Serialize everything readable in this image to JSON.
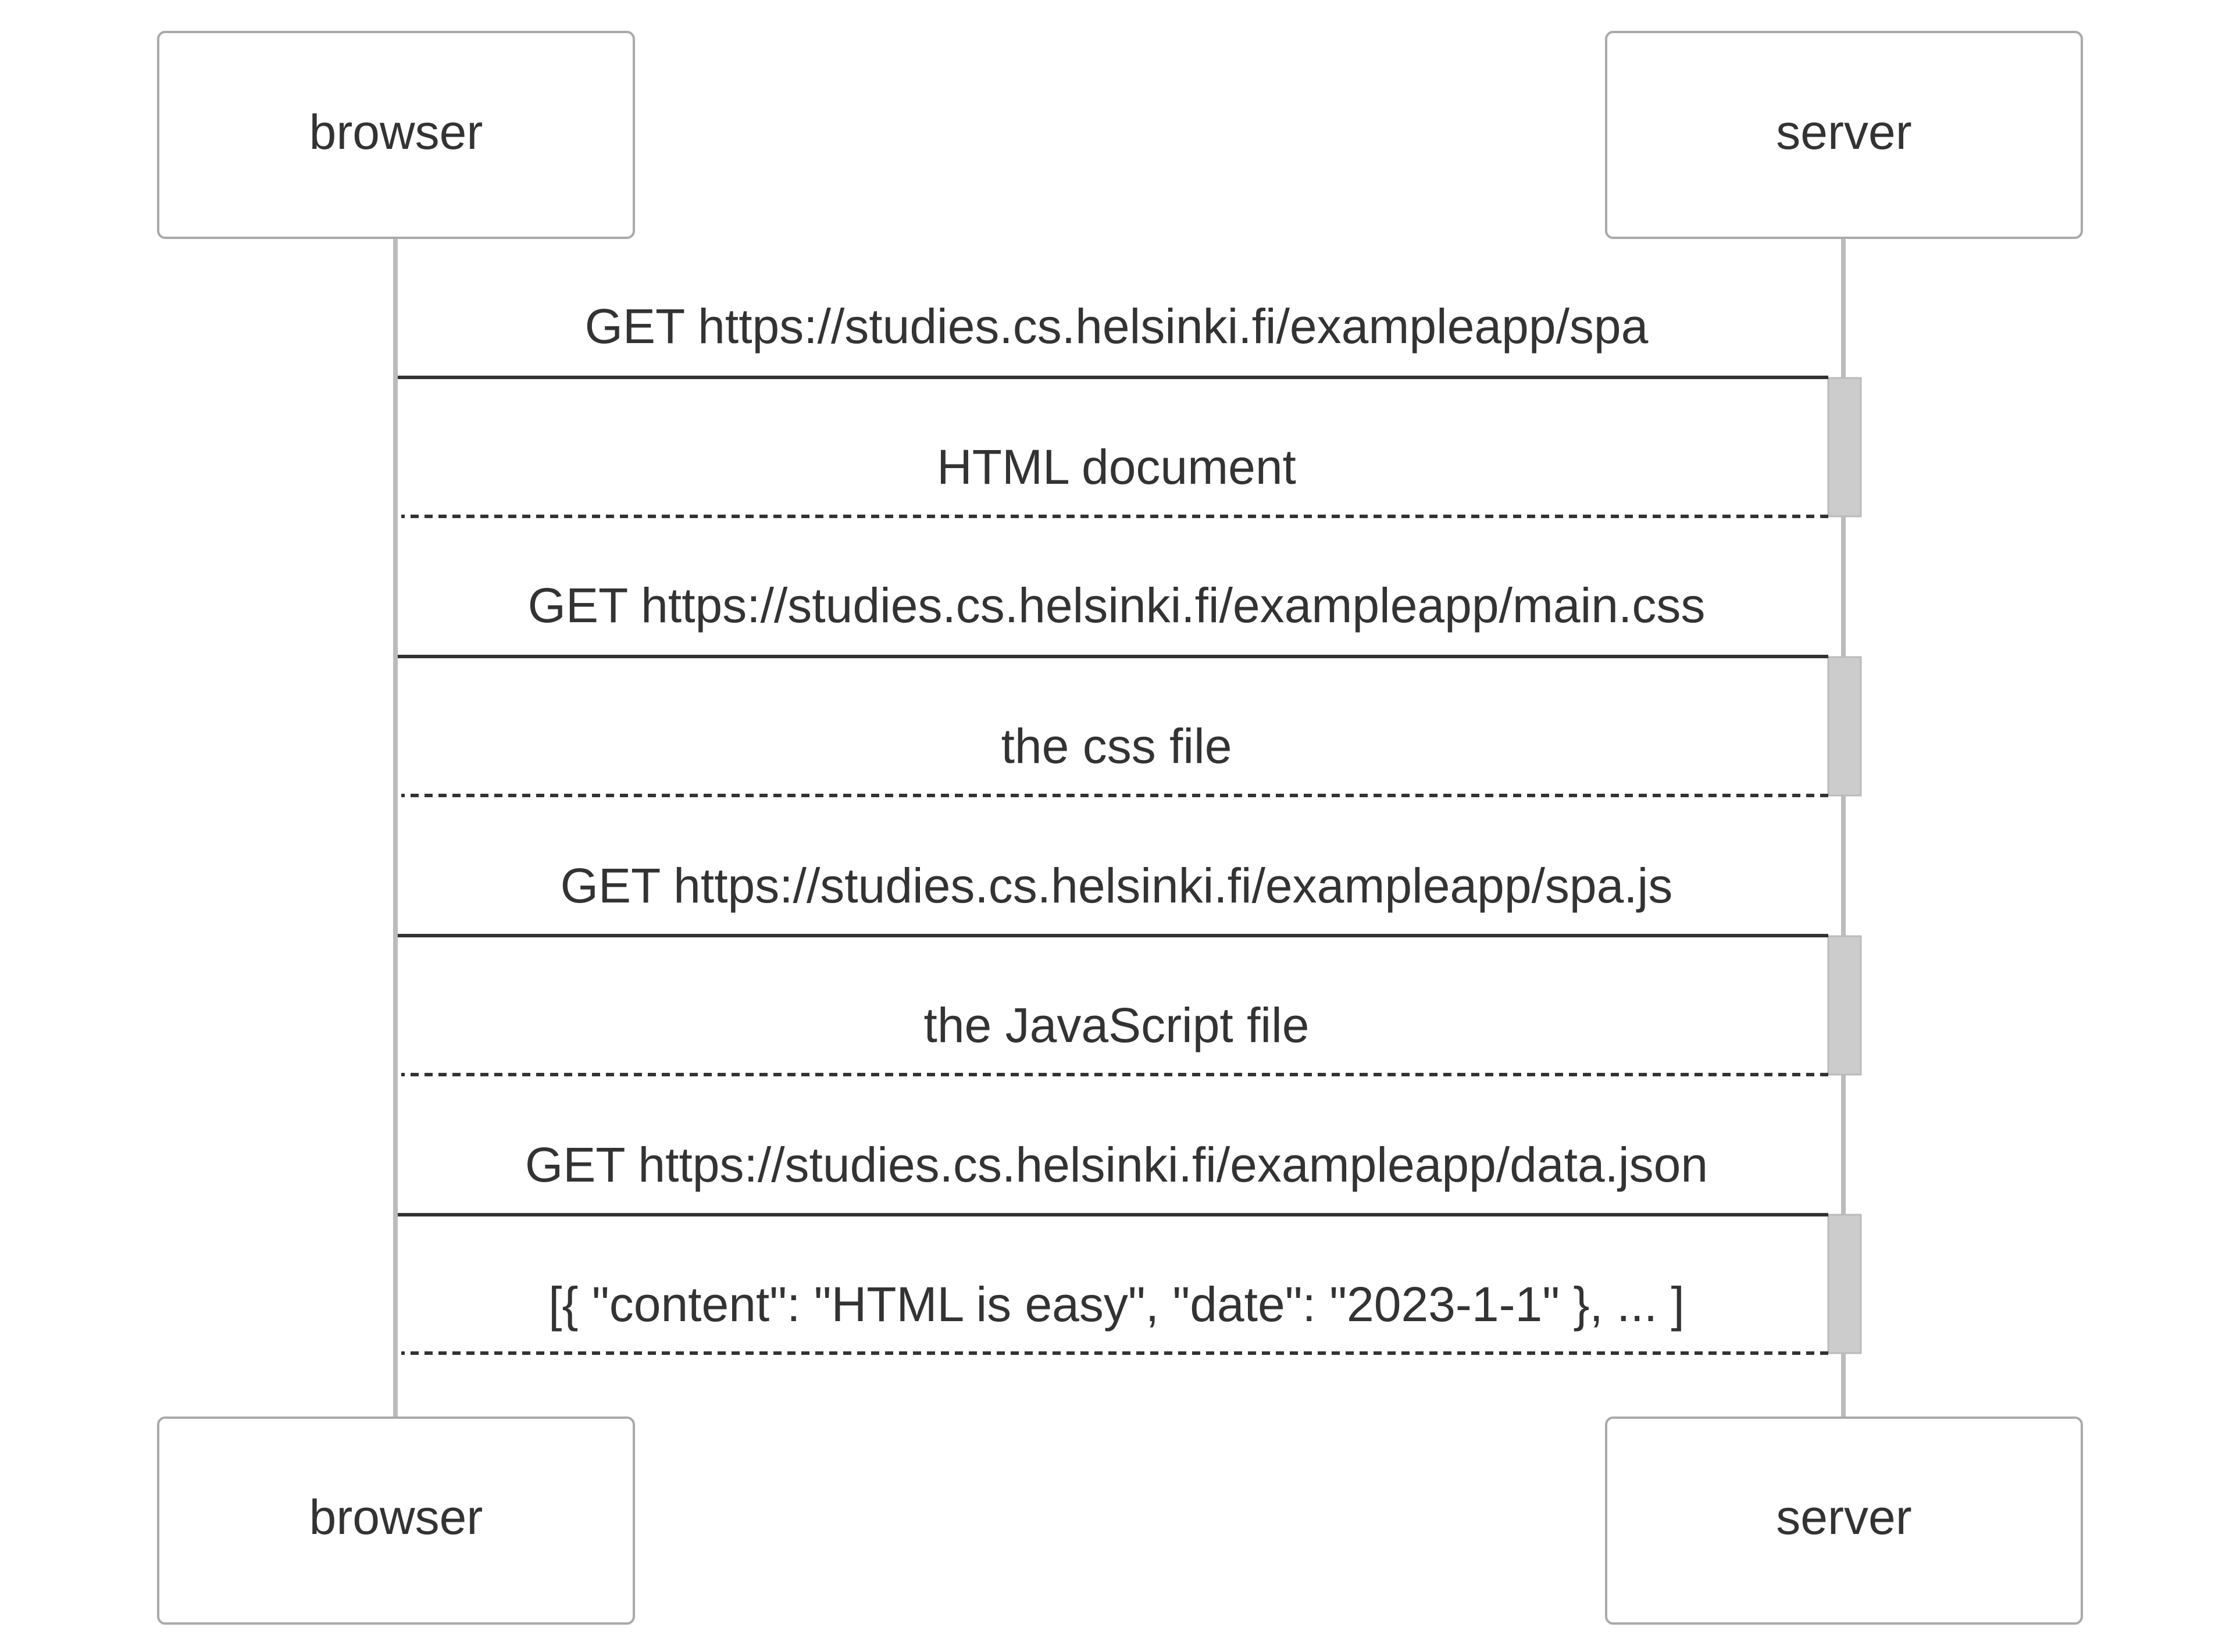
{
  "participants": {
    "left": {
      "name": "browser"
    },
    "right": {
      "name": "server"
    }
  },
  "messages": [
    {
      "from": "left",
      "to": "right",
      "kind": "request",
      "label": "GET https://studies.cs.helsinki.fi/exampleapp/spa"
    },
    {
      "from": "right",
      "to": "left",
      "kind": "response",
      "label": "HTML document"
    },
    {
      "from": "left",
      "to": "right",
      "kind": "request",
      "label": "GET https://studies.cs.helsinki.fi/exampleapp/main.css"
    },
    {
      "from": "right",
      "to": "left",
      "kind": "response",
      "label": "the css file"
    },
    {
      "from": "left",
      "to": "right",
      "kind": "request",
      "label": "GET https://studies.cs.helsinki.fi/exampleapp/spa.js"
    },
    {
      "from": "right",
      "to": "left",
      "kind": "response",
      "label": "the JavaScript file"
    },
    {
      "from": "left",
      "to": "right",
      "kind": "request",
      "label": "GET https://studies.cs.helsinki.fi/exampleapp/data.json"
    },
    {
      "from": "right",
      "to": "left",
      "kind": "response",
      "label": "[{ \"content\": \"HTML is easy\", \"date\": \"2023-1-1\" }, ... ]"
    }
  ],
  "colors": {
    "text": "#333333",
    "actor_border": "#aaaaaa",
    "lifeline": "#bbbbbb",
    "activation_fill": "#cccccc",
    "arrow": "#333333"
  }
}
